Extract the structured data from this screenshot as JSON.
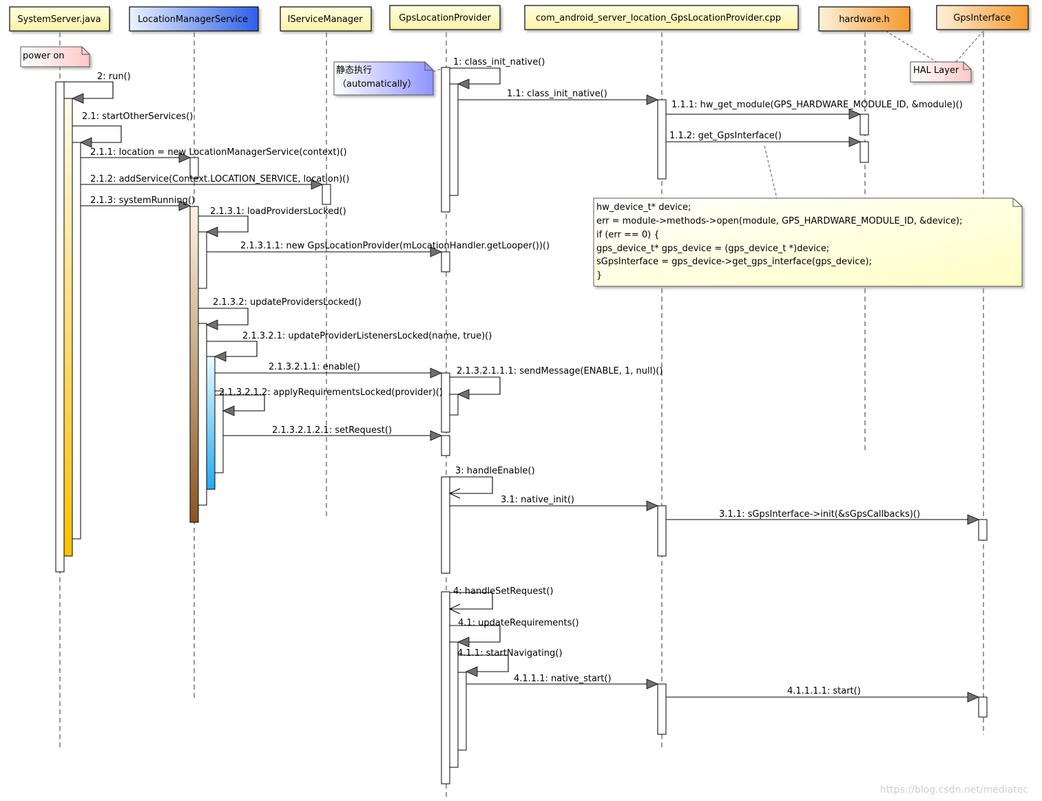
{
  "participants": [
    {
      "id": "p1",
      "label": "SystemServer.java",
      "fill": "#ffffd0",
      "fill2": "#fff2a8"
    },
    {
      "id": "p2",
      "label": "LocationManagerService",
      "fill": "#dfeeff",
      "fill2": "#3b6cf0"
    },
    {
      "id": "p3",
      "label": "IServiceManager",
      "fill": "#ffffd0",
      "fill2": "#fff2a8"
    },
    {
      "id": "p4",
      "label": "GpsLocationProvider",
      "fill": "#ffffd0",
      "fill2": "#fff2a8"
    },
    {
      "id": "p5",
      "label": "com_android_server_location_GpsLocationProvider.cpp",
      "fill": "#ffffd0",
      "fill2": "#fff2a8"
    },
    {
      "id": "p6",
      "label": "hardware.h",
      "fill": "#ffe6c0",
      "fill2": "#f59a30"
    },
    {
      "id": "p7",
      "label": "GpsInterface",
      "fill": "#ffe6c0",
      "fill2": "#f59a30"
    }
  ],
  "notes": {
    "power_on": "power on",
    "static_exec_line1": "静态执行",
    "static_exec_line2": "（automatically）",
    "hal_layer": "HAL Layer",
    "code_lines": [
      "hw_device_t* device;",
      "err = module->methods->open(module, GPS_HARDWARE_MODULE_ID, &device);",
      "if (err == 0) {",
      "gps_device_t* gps_device = (gps_device_t *)device;",
      "sGpsInterface = gps_device->get_gps_interface(gps_device);",
      "}"
    ]
  },
  "messages": [
    {
      "label": "1: class_init_native()"
    },
    {
      "label": "1.1: class_init_native()"
    },
    {
      "label": "1.1.1: hw_get_module(GPS_HARDWARE_MODULE_ID, &module)()"
    },
    {
      "label": "1.1.2: get_GpsInterface()"
    },
    {
      "label": "2: run()"
    },
    {
      "label": "2.1: startOtherServices()"
    },
    {
      "label": "2.1.1: location = new LocationManagerService(context)()"
    },
    {
      "label": "2.1.2: addService(Context.LOCATION_SERVICE, location)()"
    },
    {
      "label": "2.1.3: systemRunning()"
    },
    {
      "label": "2.1.3.1: loadProvidersLocked()"
    },
    {
      "label": "2.1.3.1.1: new GpsLocationProvider(mLocationHandler.getLooper())()"
    },
    {
      "label": "2.1.3.2: updateProvidersLocked()"
    },
    {
      "label": "2.1.3.2.1: updateProviderListenersLocked(name, true)()"
    },
    {
      "label": "2.1.3.2.1.1: enable()"
    },
    {
      "label": "2.1.3.2.1.1.1: sendMessage(ENABLE, 1, null)()"
    },
    {
      "label": "2.1.3.2.1.2: applyRequirementsLocked(provider)()"
    },
    {
      "label": "2.1.3.2.1.2.1: setRequest()"
    },
    {
      "label": "3: handleEnable()"
    },
    {
      "label": "3.1: native_init()"
    },
    {
      "label": "3.1.1: sGpsInterface->init(&sGpsCallbacks)()"
    },
    {
      "label": "4: handleSetRequest()"
    },
    {
      "label": "4.1: updateRequirements()"
    },
    {
      "label": "4.1.1: startNavigating()"
    },
    {
      "label": "4.1.1.1: native_start()"
    },
    {
      "label": "4.1.1.1.1: start()"
    }
  ],
  "watermark": "https://blog.csdn.net/mediatec"
}
